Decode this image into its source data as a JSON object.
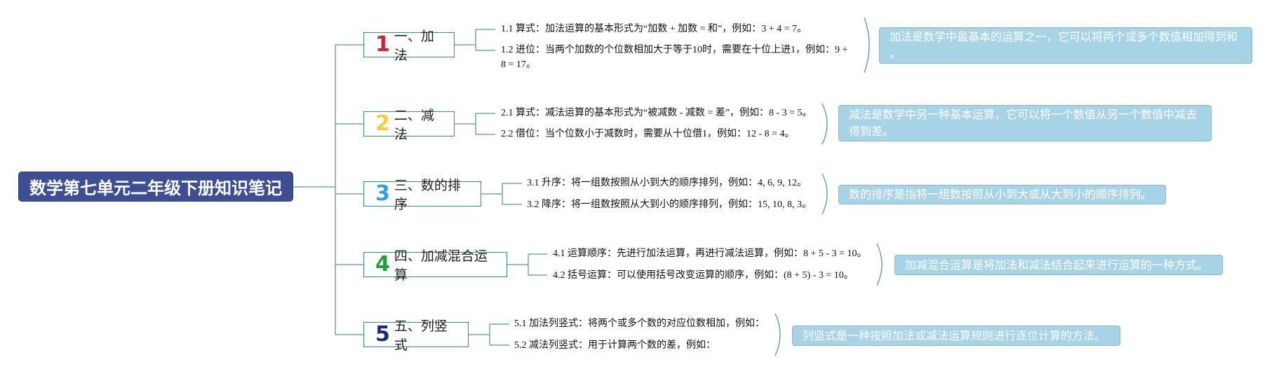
{
  "root": {
    "title": "数学第七单元二年级下册知识笔记"
  },
  "branches": [
    {
      "number": "1",
      "number_color": "#d22232",
      "title": "一、加法",
      "items": [
        "1.1 算式：加法运算的基本形式为“加数 + 加数 = 和”，例如：3 + 4 = 7。",
        "1.2 进位：当两个加数的个位数相加大于等于10时，需要在十位上进1，例如：9 +",
        "8 = 17。"
      ],
      "note": "加法是数学中最基本的运算之一，它可以将两个或多个数值相加得到和",
      "note_cont": "。"
    },
    {
      "number": "2",
      "number_color": "#f3cf3c",
      "title": "二、减法",
      "items": [
        "2.1 算式：减法运算的基本形式为“被减数 - 减数 = 差”，例如：8 - 3 = 5。",
        "2.2 借位：当个位数小于减数时，需要从十位借1，例如：12 - 8 = 4。"
      ],
      "note": "减法是数学中另一种基本运算，它可以将一个数值从另一个数值中减去",
      "note_cont": "得到差。"
    },
    {
      "number": "3",
      "number_color": "#2aa4df",
      "title": "三、数的排序",
      "items": [
        "3.1 升序：将一组数按照从小到大的顺序排列，例如：4, 6, 9, 12。",
        "3.2 降序：将一组数按照从大到小的顺序排列，例如：15, 10, 8, 3。"
      ],
      "note": "数的排序是指将一组数按照从小到大或从大到小的顺序排列。"
    },
    {
      "number": "4",
      "number_color": "#1e9e3c",
      "title": "四、加减混合运算",
      "items": [
        "4.1 运算顺序：先进行加法运算，再进行减法运算，例如：8 + 5 - 3 = 10。",
        "4.2 括号运算：可以使用括号改变运算的顺序，例如：(8 + 5) - 3 = 10。"
      ],
      "note": "加减混合运算是将加法和减法结合起来进行运算的一种方式。"
    },
    {
      "number": "5",
      "number_color": "#1a2a78",
      "title": "五、列竖式",
      "items": [
        "5.1 加法列竖式：将两个或多个数的对应位数相加，例如：",
        "5.2 减法列竖式：用于计算两个数的差，例如："
      ],
      "note": "列竖式是一种按照加法或减法运算规则进行逐位计算的方法。"
    }
  ],
  "colors": {
    "root_bg": "#3e4e93",
    "line": "#3c8a7d",
    "note_bg": "#a7d3e6"
  }
}
